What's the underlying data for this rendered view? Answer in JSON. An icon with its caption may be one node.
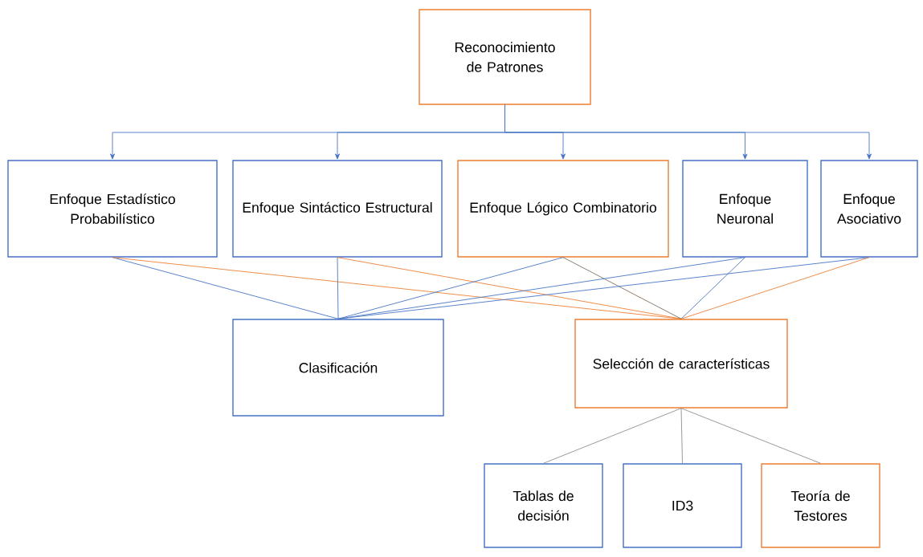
{
  "diagram": {
    "nodes": [
      {
        "text": [
          "Reconocimiento de Patrones"
        ]
      },
      {
        "text": [
          "Enfoque Estadístico Probabilístico"
        ]
      },
      {
        "text": [
          "Enfoque Sintáctico Estructural"
        ]
      },
      {
        "text": [
          "Enfoque Lógico Combinatorio"
        ]
      },
      {
        "text": [
          "Enfoque Neuronal"
        ]
      },
      {
        "text": [
          "Enfoque Asociativo"
        ]
      },
      {
        "text": [
          "Clasificación"
        ]
      },
      {
        "text": [
          "Selección de características"
        ]
      },
      {
        "text": [
          "Tablas de decisión"
        ]
      },
      {
        "text": [
          "ID3"
        ]
      },
      {
        "text": [
          "Teoría de Testores"
        ]
      }
    ],
    "edges": [
      {
        "from": 0,
        "to": 1,
        "arrow": "to"
      },
      {
        "from": 0,
        "to": 2,
        "arrow": "to"
      },
      {
        "from": 0,
        "to": 3,
        "arrow": "to"
      },
      {
        "from": 0,
        "to": 4,
        "arrow": "to"
      },
      {
        "from": 0,
        "to": 5,
        "arrow": "to"
      },
      {
        "from": 1,
        "to": 6,
        "arrow": "none"
      },
      {
        "from": 1,
        "to": 7,
        "arrow": "none",
        "color": "#ed7d31"
      },
      {
        "from": 2,
        "to": 6,
        "arrow": "none"
      },
      {
        "from": 2,
        "to": 7,
        "arrow": "none",
        "color": "#ed7d31"
      },
      {
        "from": 3,
        "to": 6,
        "arrow": "none"
      },
      {
        "from": 3,
        "to": 7,
        "arrow": "none",
        "color": "#7f6a5a"
      },
      {
        "from": 4,
        "to": 6,
        "arrow": "none"
      },
      {
        "from": 4,
        "to": 7,
        "arrow": "none"
      },
      {
        "from": 5,
        "to": 6,
        "arrow": "none"
      },
      {
        "from": 5,
        "to": 7,
        "arrow": "none",
        "color": "#ed7d31"
      },
      {
        "from": 7,
        "to": 8,
        "arrow": "none",
        "color": "#8c8c8c"
      },
      {
        "from": 7,
        "to": 9,
        "arrow": "none",
        "color": "#8c8c8c"
      },
      {
        "from": 7,
        "to": 10,
        "arrow": "none",
        "color": "#8c8c8c"
      }
    ]
  }
}
